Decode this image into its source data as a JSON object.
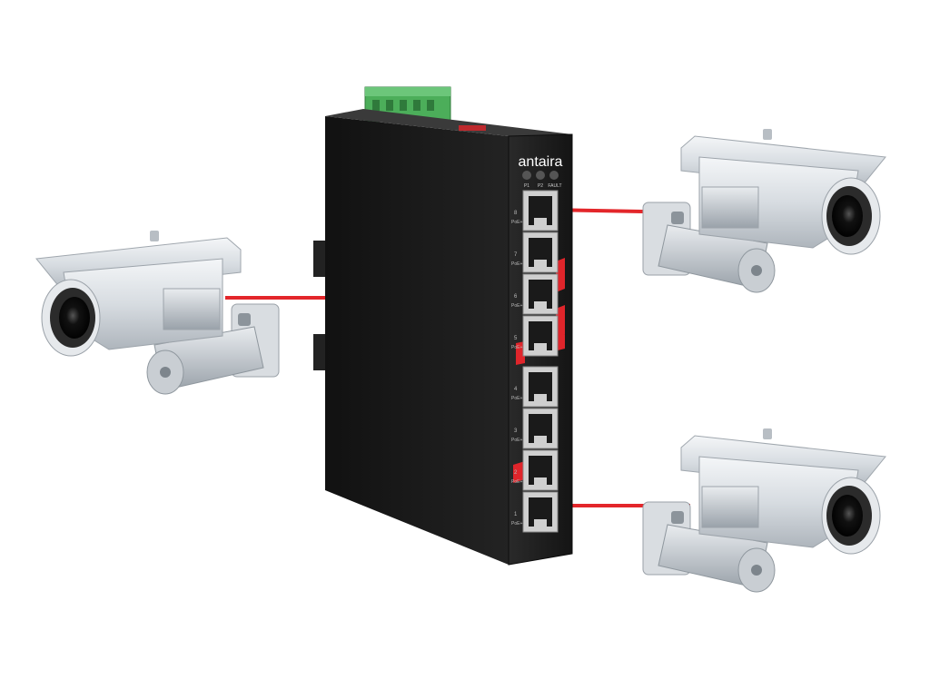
{
  "switch": {
    "brand": "antaira",
    "leds": [
      "P1",
      "P2",
      "FAULT"
    ],
    "port_labels": [
      "8",
      "7",
      "6",
      "5",
      "4",
      "3",
      "2",
      "1"
    ],
    "poe_label": "PoE+",
    "body_color": "#1a1a1a",
    "accent_color": "#e0252b",
    "terminal_color": "#4cae5a"
  },
  "cables": {
    "color": "#e3262a",
    "connected_ports": [
      "8",
      "6",
      "1"
    ]
  },
  "cameras": [
    {
      "position": "left",
      "connected_port": "6"
    },
    {
      "position": "top-right",
      "connected_port": "8"
    },
    {
      "position": "bottom-right",
      "connected_port": "1"
    }
  ]
}
